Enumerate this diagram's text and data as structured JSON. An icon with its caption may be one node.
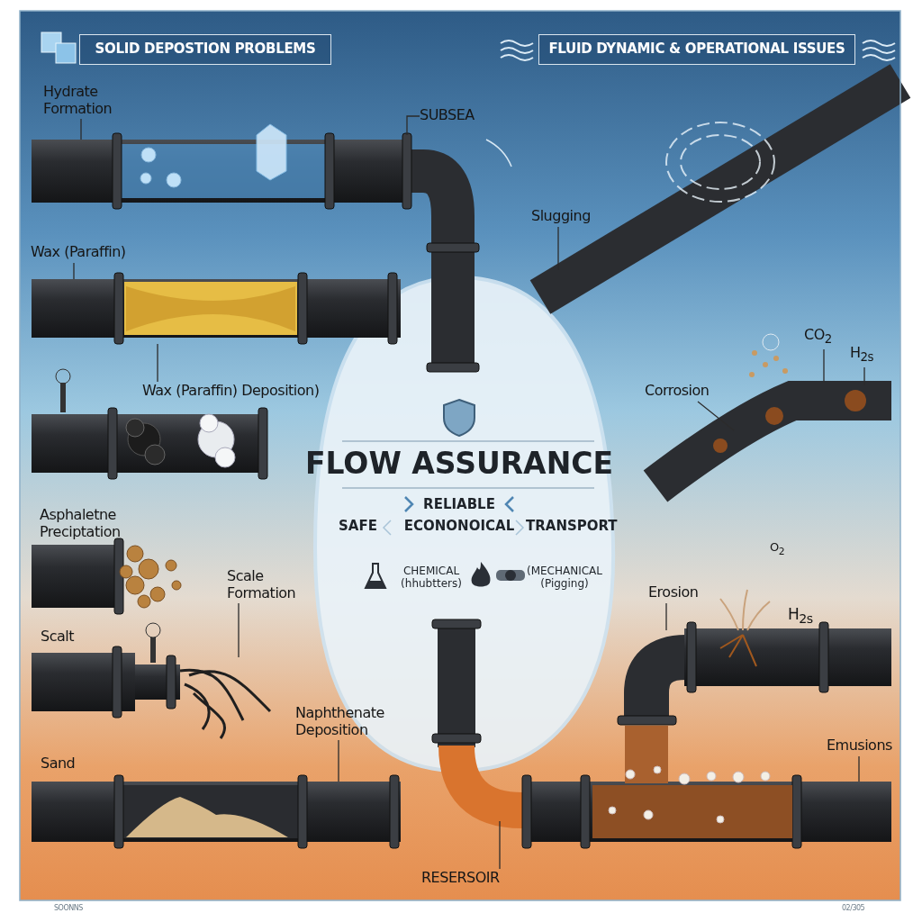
{
  "diagram": {
    "nodes": [
      {
        "text": [
          "SOLID DEPOSTION PROBLEMS"
        ]
      },
      {
        "text": [
          "FLUID DYNAMIC & OPERATIONAL ISSUES"
        ]
      },
      {
        "text": [
          "Hydrate Formation"
        ]
      },
      {
        "text": [
          "SUBSEA"
        ]
      },
      {
        "text": [
          "Wax (Paraffin)"
        ]
      },
      {
        "text": [
          "Slugging"
        ]
      },
      {
        "text": [
          "Wax (Paraffin) Deposition)"
        ]
      },
      {
        "text": [
          "CO$_{2}$"
        ]
      },
      {
        "text": [
          "H$_{2s}$"
        ]
      },
      {
        "text": [
          "Corrosion"
        ]
      },
      {
        "text": [
          "FLOW ASSURANCE",
          "RELIABLE",
          "SAFE",
          "ECONONOICAL",
          "TRANSPORT",
          "CHEMICAL (hhubtters)",
          "(MECHANICAL (Pigging)"
        ]
      },
      {
        "text": [
          "Scale Formation"
        ]
      },
      {
        "text": [
          "Erosion"
        ]
      },
      {
        "text": [
          "Naphthenate Deposition"
        ]
      },
      {
        "text": [
          "Emusions"
        ]
      },
      {
        "text": [
          "RESERSOIR"
        ]
      }
    ],
    "edges": [
      {
        "from": 2,
        "to": null,
        "arrow": "none"
      },
      {
        "from": 3,
        "to": null,
        "arrow": "none"
      },
      {
        "from": 4,
        "to": null,
        "arrow": "none"
      },
      {
        "from": 5,
        "to": null,
        "arrow": "none"
      },
      {
        "from": 6,
        "to": null,
        "arrow": "none"
      },
      {
        "from": 7,
        "to": null,
        "arrow": "none"
      },
      {
        "from": 8,
        "to": null,
        "arrow": "none"
      },
      {
        "from": 9,
        "to": null,
        "arrow": "none"
      },
      {
        "from": 11,
        "to": null,
        "arrow": "none"
      },
      {
        "from": 12,
        "to": null,
        "arrow": "none"
      },
      {
        "from": 13,
        "to": null,
        "arrow": "none"
      },
      {
        "from": 14,
        "to": null,
        "arrow": "none"
      },
      {
        "from": 15,
        "to": null,
        "arrow": "none"
      }
    ],
    "labels": [
      "Asphaletne Preciptation",
      "Scalt",
      "O$_{2}$",
      "H$_{2s}$",
      "Sand",
      "SOONNS",
      "02/305"
    ]
  }
}
